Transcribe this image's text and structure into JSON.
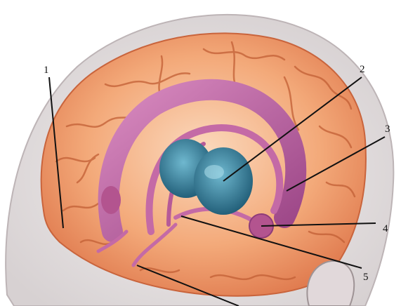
{
  "diagram": {
    "labels": [
      {
        "id": "1",
        "text": "1"
      },
      {
        "id": "2",
        "text": "2"
      },
      {
        "id": "3",
        "text": "3"
      },
      {
        "id": "4",
        "text": "4"
      },
      {
        "id": "5",
        "text": "5"
      }
    ]
  },
  "colors": {
    "skull": "#e7e2e2",
    "cortex": "#f2a77a",
    "cortex_dark": "#d9744a",
    "limbic": "#c46aa6",
    "limbic_dark": "#8e3c79",
    "thalamus": "#3e8ca6",
    "thalamus_dark": "#23607a",
    "leader": "#111111"
  }
}
